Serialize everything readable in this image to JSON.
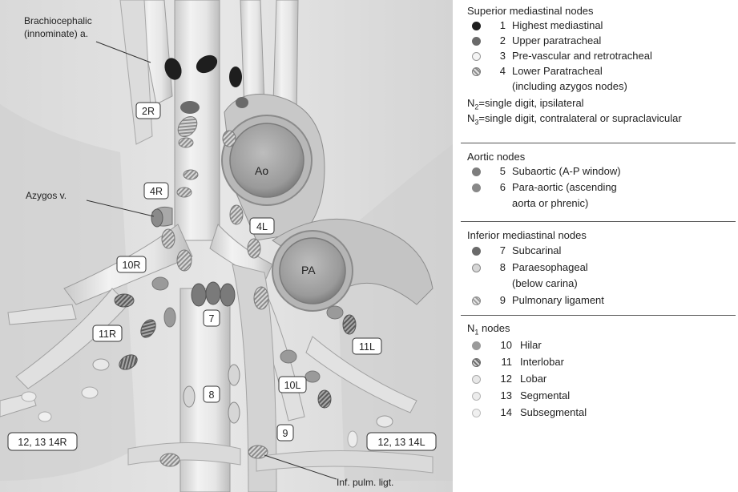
{
  "anatomy": {
    "labels": {
      "brachiocephalic_1": "Brachiocephalic",
      "brachiocephalic_2": "(innominate) a.",
      "azygos": "Azygos v.",
      "ao": "Ao",
      "pa": "PA",
      "inf_pulm": "Inf. pulm. ligt."
    },
    "tags": {
      "t2r": "2R",
      "t4r": "4R",
      "t4l": "4L",
      "t10r": "10R",
      "t7": "7",
      "t11r": "11R",
      "t11l": "11L",
      "t8": "8",
      "t10l": "10L",
      "t9": "9",
      "t12r": "12, 13 14R",
      "t12l": "12, 13 14L"
    }
  },
  "legend": {
    "superior": {
      "title": "Superior mediastinal nodes",
      "items": [
        {
          "num": "1",
          "label": "Highest mediastinal",
          "icon": "black-dot"
        },
        {
          "num": "2",
          "label": "Upper paratracheal",
          "icon": "dark-grey-dot"
        },
        {
          "num": "3",
          "label": "Pre-vascular and retrotracheal",
          "icon": "white-dot"
        },
        {
          "num": "4",
          "label": "Lower Paratracheal",
          "icon": "hatched-dot"
        }
      ],
      "item4_cont": "(including azygos nodes)",
      "n2_sym": "N",
      "n2_sub": "2",
      "n2_text": "=single digit, ipsilateral",
      "n3_sym": "N",
      "n3_sub": "3",
      "n3_text": "=single digit, contralateral or supraclavicular"
    },
    "aortic": {
      "title": "Aortic nodes",
      "items": [
        {
          "num": "5",
          "label": "Subaortic (A-P window)",
          "icon": "mid-grey-dot"
        },
        {
          "num": "6",
          "label": "Para-aortic (ascending",
          "icon": "mid-grey-dot"
        }
      ],
      "item6_cont": "aorta or phrenic)"
    },
    "inferior": {
      "title": "Inferior mediastinal nodes",
      "items": [
        {
          "num": "7",
          "label": "Subcarinal",
          "icon": "dark-grey-dot"
        },
        {
          "num": "8",
          "label": "Paraesophageal",
          "icon": "light-grey-dot"
        },
        {
          "num": "9",
          "label": "Pulmonary ligament",
          "icon": "hatched-dot"
        }
      ],
      "item8_cont": "(below carina)"
    },
    "n1": {
      "title_sym": "N",
      "title_sub": "1",
      "title_text": " nodes",
      "items": [
        {
          "num": "10",
          "label": "Hilar",
          "icon": "grey-dot"
        },
        {
          "num": "11",
          "label": "Interlobar",
          "icon": "dark-hatched-dot"
        },
        {
          "num": "12",
          "label": "Lobar",
          "icon": "pale-dot"
        },
        {
          "num": "13",
          "label": "Segmental",
          "icon": "pale-dot"
        },
        {
          "num": "14",
          "label": "Subsegmental",
          "icon": "pale-dot"
        }
      ]
    }
  }
}
